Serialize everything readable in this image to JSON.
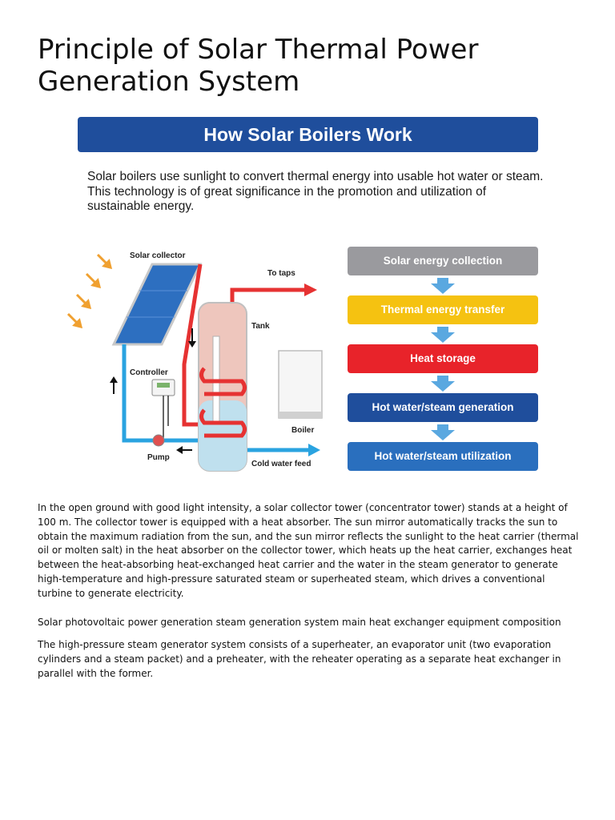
{
  "title": "Principle of Solar Thermal Power Generation System",
  "figure": {
    "banner": "How Solar Boilers Work",
    "intro": "Solar boilers use sunlight to convert thermal energy into usable hot water or steam. This technology is of great significance in the promotion and utilization of sustainable energy.",
    "labels": {
      "solar_collector": "Solar collector",
      "to_taps": "To taps",
      "tank": "Tank",
      "controller": "Controller",
      "boiler": "Boiler",
      "pump": "Pump",
      "cold_water_feed": "Cold water feed"
    },
    "steps": [
      {
        "label": "Solar energy collection",
        "color": "#9a9a9e"
      },
      {
        "label": "Thermal energy transfer",
        "color": "#f5c211"
      },
      {
        "label": "Heat storage",
        "color": "#e8232a"
      },
      {
        "label": "Hot water/steam generation",
        "color": "#1f4e9c"
      },
      {
        "label": "Hot water/steam utilization",
        "color": "#2a6fbe"
      }
    ],
    "colors": {
      "hot_pipe": "#e63232",
      "cold_pipe": "#2aa3e0",
      "collector": "#2d6fc0",
      "step_arrow": "#5aa8e0",
      "sun_rays": "#f0a030"
    }
  },
  "paragraphs": [
    "In the open ground with good light intensity, a solar collector tower (concentrator tower) stands at a height of 100 m. The collector tower is equipped with a heat absorber. The sun mirror automatically tracks the sun to obtain the maximum radiation from the sun, and the sun mirror reflects the sunlight to the heat carrier (thermal oil or molten salt) in the heat absorber on the collector tower, which heats up the heat carrier, exchanges heat between the heat-absorbing heat-exchanged heat carrier and the water in the steam generator to generate high-temperature and high-pressure saturated steam or superheated steam, which drives a conventional turbine to generate electricity.",
    "Solar photovoltaic power generation steam generation system main heat exchanger equipment composition",
    "The high-pressure steam generator system consists of a superheater, an evaporator unit (two evaporation cylinders and a steam packet) and a preheater, with the reheater operating as a separate heat exchanger in parallel with the former."
  ]
}
